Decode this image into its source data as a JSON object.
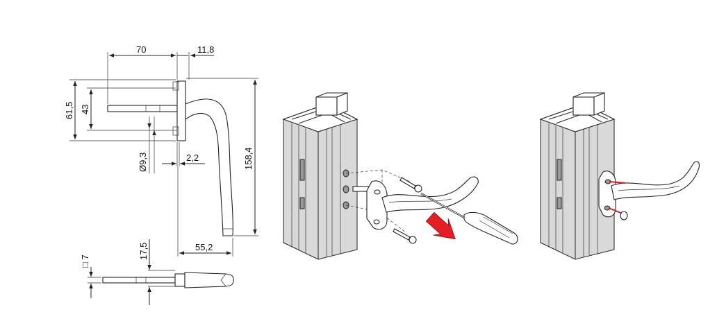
{
  "dimensions": {
    "d70": "70",
    "d11_8": "11,8",
    "d61_5": "61,5",
    "d43": "43",
    "d9_3": "Ø9,3",
    "d2_2": "2,2",
    "d158_4": "158,4",
    "d55_2": "55,2",
    "d17_5": "17,5",
    "d7": "□ 7"
  },
  "colors": {
    "line": "#222222",
    "profile_fill": "#d9d9d9",
    "profile_dark": "#9a9a9a",
    "arrow_red": "#e31e24",
    "screw_red": "#cc1f24"
  }
}
